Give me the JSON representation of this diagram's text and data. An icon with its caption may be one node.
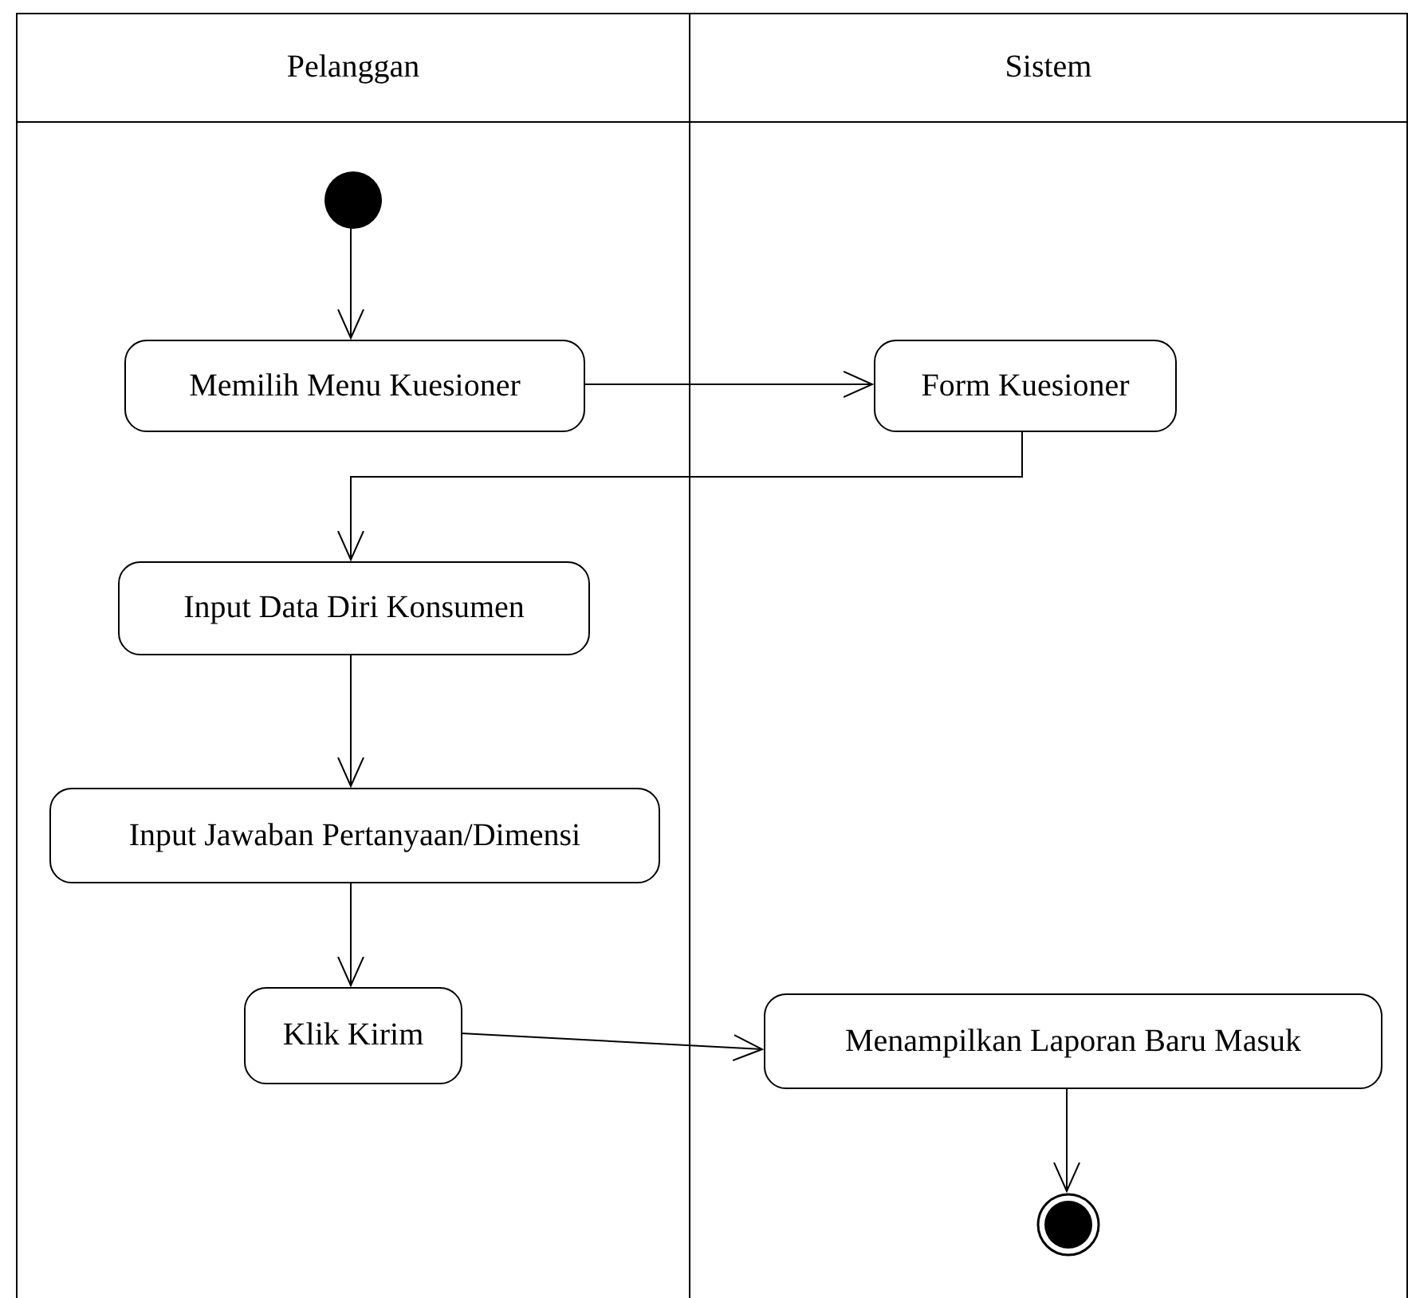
{
  "diagram": {
    "nodes": [
      {
        "text": [
          "Pelanggan"
        ]
      },
      {
        "text": [
          "Sistem"
        ]
      },
      {
        "text": [],
        "shape": "circle",
        "in": 0
      },
      {
        "text": [
          "Memilih Menu Kuesioner"
        ],
        "in": 0
      },
      {
        "text": [
          "Form Kuesioner"
        ],
        "in": 1
      },
      {
        "text": [
          "Input Data Diri Konsumen"
        ],
        "in": 0
      },
      {
        "text": [
          "Input Jawaban Pertanyaan/Dimensi"
        ],
        "in": 0
      },
      {
        "text": [
          "Klik Kirim"
        ],
        "in": 0
      },
      {
        "text": [
          "Menampilkan Laporan Baru Masuk"
        ],
        "in": 1
      },
      {
        "text": [],
        "shape": "bullseye",
        "in": 1
      }
    ],
    "edges": [
      {
        "from": 2,
        "to": 3,
        "arrow": "to"
      },
      {
        "from": 3,
        "to": 4,
        "arrow": "to"
      },
      {
        "from": 4,
        "to": 5,
        "arrow": "to"
      },
      {
        "from": 5,
        "to": 6,
        "arrow": "to"
      },
      {
        "from": 6,
        "to": 7,
        "arrow": "to"
      },
      {
        "from": 7,
        "to": 8,
        "arrow": "to"
      },
      {
        "from": 8,
        "to": 9,
        "arrow": "to"
      }
    ]
  }
}
